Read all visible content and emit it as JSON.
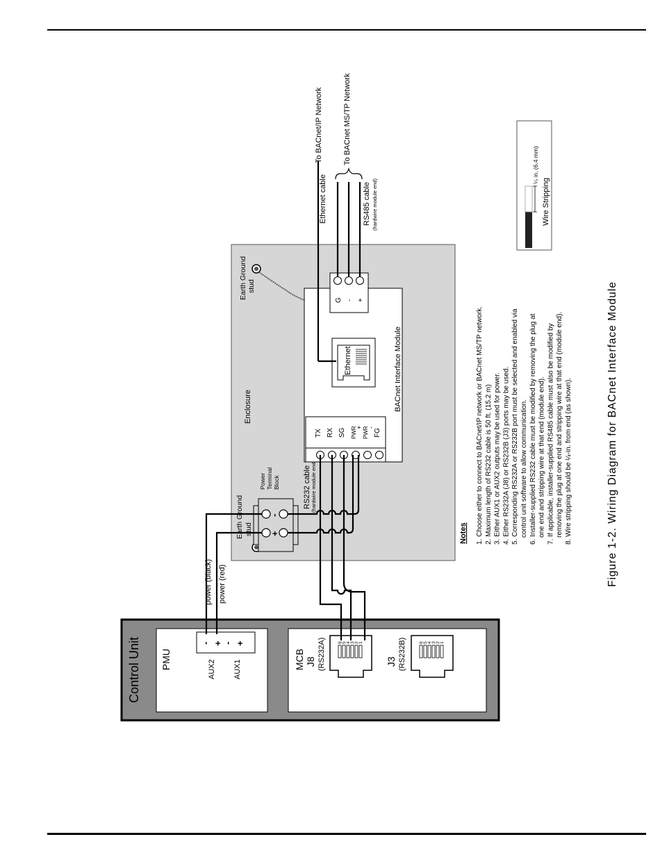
{
  "diagram": {
    "control_unit": {
      "title": "Control Unit",
      "pmu": {
        "label": "PMU",
        "aux2": "AUX2",
        "aux1": "AUX1",
        "minus": "-",
        "plus": "+"
      },
      "mcb": {
        "label": "MCB",
        "j8": "J8",
        "j8_sub": "(RS232A)",
        "j3": "J3",
        "j3_sub": "(RS232B)"
      },
      "pins": [
        "6",
        "5",
        "4",
        "3",
        "2",
        "1"
      ]
    },
    "wires": {
      "power_black": "power (black)",
      "power_red": "power (red)"
    },
    "enclosure": {
      "label": "Enclosure",
      "earth_ground_left": [
        "Earth Ground",
        "stud"
      ],
      "earth_ground_right": [
        "Earth Ground",
        "stud"
      ],
      "power_terminal_block": [
        "Power",
        "Terminal",
        "Block"
      ],
      "ptb_plus": "+",
      "ptb_minus": "-",
      "rs232_cable": "RS232 cable",
      "rs232_cable_sub": "(hardwire module end)",
      "module_label": "BACnet Interface Module",
      "terminals": [
        "TX",
        "RX",
        "SG",
        "PWR",
        "PWR",
        "FG"
      ],
      "pwr_signs": [
        "+",
        "-"
      ],
      "ethernet_label": "Ethernet",
      "rs485_terminals": [
        "G",
        "-",
        "+"
      ]
    },
    "right": {
      "ethernet_cable": "Ethernet cable",
      "to_ip": "To BACnet/IP Network",
      "rs485_cable": "RS485 cable",
      "rs485_cable_sub": "(hardwire module end)",
      "to_mstp": "To BACnet MS/TP Network"
    },
    "stripping": {
      "dimension": "¼ in. (6.4 mm)",
      "title": "Wire Stripping"
    },
    "notes": {
      "title": "Notes",
      "items": [
        "1. Choose either to connect to BACnet/IP network or BACnet MS/TP network.",
        "2. Maximum length of RS232 cable is 50 ft. (15.2 m)",
        "3. Either AUX1 or AUX2 outputs may be used for power.",
        "4. Either RS232A (J8) or RS232B (J3) ports may be used.",
        "5. Corresponding RS232A or RS232B port must be selected and enabled via",
        "    control unit software to allow communication.",
        "6. Installer-supplied RS232 cable must be modified by removing the plug at",
        "    one end and stripping wire at that end (module end).",
        "7. If applicable, installer-supplied RS485 cable must also be modified by",
        "    removing the plug at one end and stripping wire at that end (module end).",
        "8. Wire stripping should be ¼-in. from end (as shown)."
      ]
    }
  },
  "caption": "Figure 1-2.  Wiring Diagram for BACnet Interface Module",
  "colors": {
    "enclosure_fill": "#d6d6d6",
    "control_fill": "#8a8a8a",
    "line": "#000000"
  }
}
